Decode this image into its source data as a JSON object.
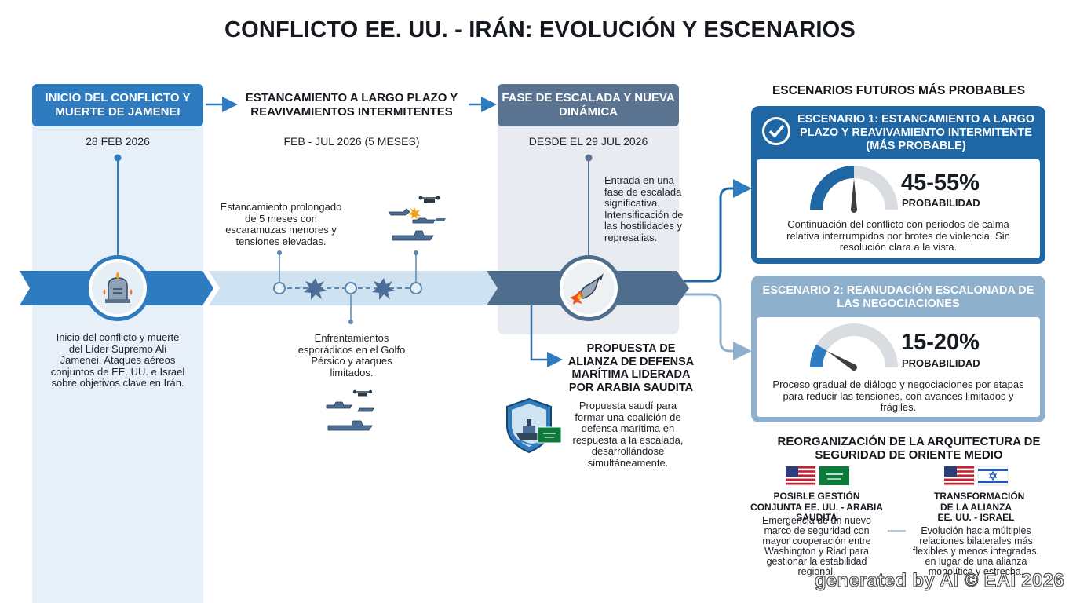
{
  "title": "CONFLICTO EE. UU. - IRÁN: EVOLUCIÓN Y ESCENARIOS",
  "phases": [
    {
      "header": "INICIO DEL CONFLICTO Y MUERTE DE JAMENEI",
      "date": "28 FEB 2026",
      "description": "Inicio del conflicto y muerte del Líder Supremo Ali Jamenei. Ataques aéreos conjuntos de EE. UU. e Israel sobre objetivos clave en Irán."
    },
    {
      "header": "ESTANCAMIENTO A LARGO PLAZO Y REAVIVAMIENTOS INTERMITENTES",
      "date": "FEB - JUL 2026 (5 MESES)",
      "note_top": "Estancamiento prolongado de 5 meses con escaramuzas menores y tensiones elevadas.",
      "note_bottom": "Enfrentamientos esporádicos en el Golfo Pérsico y ataques limitados."
    },
    {
      "header": "FASE DE ESCALADA Y NUEVA DINÁMICA",
      "date": "DESDE EL 29 JUL 2026",
      "description": "Entrada en una fase de escalada significativa. Intensificación de las hostilidades y represalias."
    }
  ],
  "saudi_proposal": {
    "title": "PROPUESTA DE ALIANZA DE DEFENSA MARÍTIMA LIDERADA POR ARABIA SAUDITA",
    "description": "Propuesta saudí para formar una coalición de defensa marítima en respuesta a la escalada, desarrollándose simultáneamente."
  },
  "scenarios_title": "ESCENARIOS FUTUROS MÁS PROBABLES",
  "scenarios": [
    {
      "title": "ESCENARIO 1: ESTANCAMIENTO A LARGO PLAZO Y REAVIVAMIENTO INTERMITENTE (MÁS PROBABLE)",
      "percent": "45-55%",
      "label": "PROBABILIDAD",
      "gauge_level": 0.5,
      "description": "Continuación del conflicto con periodos de calma relativa interrumpidos por brotes de violencia. Sin resolución clara a la vista."
    },
    {
      "title": "ESCENARIO 2: REANUDACIÓN ESCALONADA DE LAS NEGOCIACIONES",
      "percent": "15-20%",
      "label": "PROBABILIDAD",
      "gauge_level": 0.175,
      "description": "Proceso gradual de diálogo y negociaciones por etapas para reducir las tensiones, con avances limitados y frágiles."
    }
  ],
  "reorganization": {
    "title": "REORGANIZACIÓN DE LA ARQUITECTURA DE SEGURIDAD DE ORIENTE MEDIO",
    "items": [
      {
        "title": "POSIBLE GESTIÓN CONJUNTA EE. UU. - ARABIA SAUDITA",
        "description": "Emergencia de un nuevo marco de seguridad con mayor cooperación entre Washington y Riad para gestionar la estabilidad regional."
      },
      {
        "title": "TRANSFORMACIÓN DE LA ALIANZA EE. UU. - ISRAEL",
        "description": "Evolución hacia múltiples relaciones bilaterales más flexibles y menos integradas, en lugar de una alianza monolítica y estrecha."
      }
    ]
  },
  "watermark": "generated by AI © EAI 2026",
  "icons": [
    "tombstone-icon",
    "drone-icon",
    "warship-icon",
    "explosion-icon",
    "missile-icon",
    "shield-ship-icon",
    "check-icon",
    "gauge-icon",
    "us-flag-icon",
    "saudi-flag-icon",
    "israel-flag-icon"
  ],
  "colors": {
    "primary_blue": "#2e7bbf",
    "dark_blue": "#1f66a4",
    "slate": "#5a7390",
    "light_blue": "#cfe2f1",
    "pale_blue": "#8fb0cc"
  }
}
